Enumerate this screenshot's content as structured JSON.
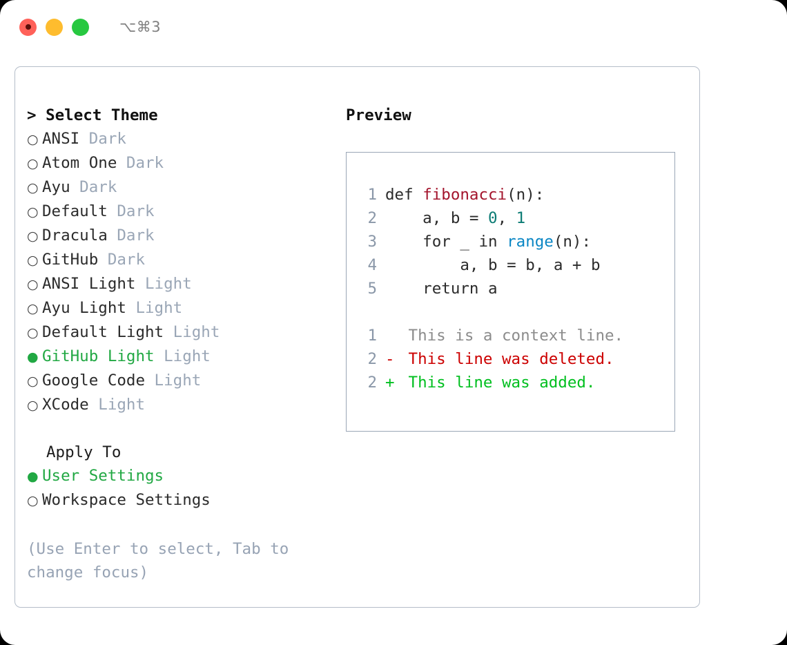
{
  "titlebar": {
    "shortcut": "⌥⌘3",
    "traffic_lights": {
      "close_color": "#ff6159",
      "minimize_color": "#febc2e",
      "maximize_color": "#27c840"
    }
  },
  "theme_picker": {
    "caret": ">",
    "heading": "Select Theme",
    "bullet_unselected": "○",
    "bullet_selected": "●",
    "items": [
      {
        "name": "ANSI",
        "tag": "Dark",
        "selected": false
      },
      {
        "name": "Atom One",
        "tag": "Dark",
        "selected": false
      },
      {
        "name": "Ayu",
        "tag": "Dark",
        "selected": false
      },
      {
        "name": "Default",
        "tag": "Dark",
        "selected": false
      },
      {
        "name": "Dracula",
        "tag": "Dark",
        "selected": false
      },
      {
        "name": "GitHub",
        "tag": "Dark",
        "selected": false
      },
      {
        "name": "ANSI Light",
        "tag": "Light",
        "selected": false
      },
      {
        "name": "Ayu Light",
        "tag": "Light",
        "selected": false
      },
      {
        "name": "Default Light",
        "tag": "Light",
        "selected": false
      },
      {
        "name": "GitHub Light",
        "tag": "Light",
        "selected": true
      },
      {
        "name": "Google Code",
        "tag": "Light",
        "selected": false
      },
      {
        "name": "XCode",
        "tag": "Light",
        "selected": false
      }
    ]
  },
  "apply_to": {
    "heading": "Apply To",
    "options": [
      {
        "label": "User Settings",
        "selected": true
      },
      {
        "label": "Workspace Settings",
        "selected": false
      }
    ]
  },
  "hint": "(Use Enter to select, Tab to change focus)",
  "preview": {
    "heading": "Preview",
    "code_lines": [
      {
        "no": "1",
        "segments": [
          {
            "t": "def ",
            "c": "plain"
          },
          {
            "t": "fibonacci",
            "c": "fn"
          },
          {
            "t": "(n):",
            "c": "plain"
          }
        ]
      },
      {
        "no": "2",
        "segments": [
          {
            "t": "    a, b = ",
            "c": "plain"
          },
          {
            "t": "0",
            "c": "num"
          },
          {
            "t": ", ",
            "c": "plain"
          },
          {
            "t": "1",
            "c": "num"
          }
        ]
      },
      {
        "no": "3",
        "segments": [
          {
            "t": "    for _ in ",
            "c": "plain"
          },
          {
            "t": "range",
            "c": "call"
          },
          {
            "t": "(n):",
            "c": "plain"
          }
        ]
      },
      {
        "no": "4",
        "segments": [
          {
            "t": "        a, b = b, a + b",
            "c": "plain"
          }
        ]
      },
      {
        "no": "5",
        "segments": [
          {
            "t": "    return a",
            "c": "plain"
          }
        ]
      }
    ],
    "diff_lines": [
      {
        "no": "1",
        "marker": " ",
        "text": "This is a context line.",
        "kind": "ctx"
      },
      {
        "no": "2",
        "marker": "-",
        "text": "This line was deleted.",
        "kind": "del"
      },
      {
        "no": "2",
        "marker": "+",
        "text": "This line was added.",
        "kind": "add"
      }
    ]
  },
  "colors": {
    "accent_green": "#21a843",
    "muted": "#9aa6b6",
    "border": "#b4bdc9",
    "diff_delete": "#cc0000",
    "diff_add": "#00bf1f",
    "syntax_function": "#a3142c",
    "syntax_number": "#0b7b74",
    "syntax_call": "#0a86c4"
  }
}
